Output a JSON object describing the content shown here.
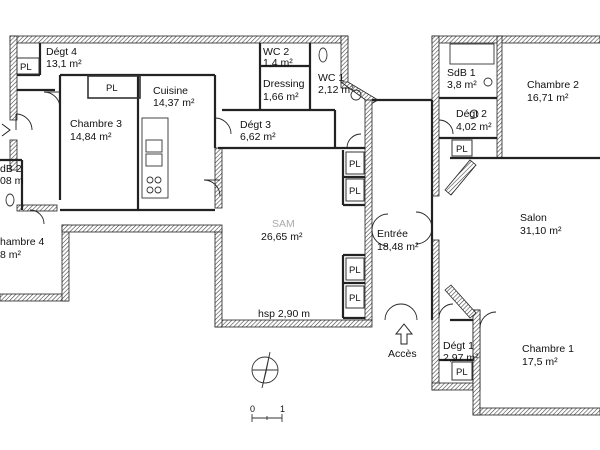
{
  "rooms": {
    "degt4": {
      "name": "Dégt 4",
      "area": "13,1 m²"
    },
    "wc2": {
      "name": "WC 2",
      "area": "1,4 m²"
    },
    "dressing": {
      "name": "Dressing",
      "area": "1,66 m²"
    },
    "wc1": {
      "name": "WC 1",
      "area": "2,12 m²"
    },
    "cuisine": {
      "name": "Cuisine",
      "area": "14,37 m²"
    },
    "chambre3": {
      "name": "Chambre 3",
      "area": "14,84 m²"
    },
    "degt3": {
      "name": "Dégt 3",
      "area": "6,62 m²"
    },
    "sdb2": {
      "name": "dB 2",
      "area": "08 m"
    },
    "chambre4": {
      "name": "hambre 4",
      "area": "8 m²"
    },
    "sam": {
      "name": "SAM",
      "area": "26,65 m²"
    },
    "entree": {
      "name": "Entrée",
      "area": "18,48 m²"
    },
    "sdb1": {
      "name": "SdB 1",
      "area": "3,8 m²"
    },
    "chambre2": {
      "name": "Chambre 2",
      "area": "16,71 m²"
    },
    "degt2": {
      "name": "Dégt 2",
      "area": "4,02 m²"
    },
    "salon": {
      "name": "Salon",
      "area": "31,10 m²"
    },
    "degt1": {
      "name": "Dégt 1",
      "area": "2,97 m²"
    },
    "chambre1": {
      "name": "Chambre 1",
      "area": "17,5 m²"
    }
  },
  "placard_label": "PL",
  "height_note": "hsp 2,90 m",
  "access_label": "Accès",
  "scale": {
    "start": "0",
    "end": "1"
  }
}
